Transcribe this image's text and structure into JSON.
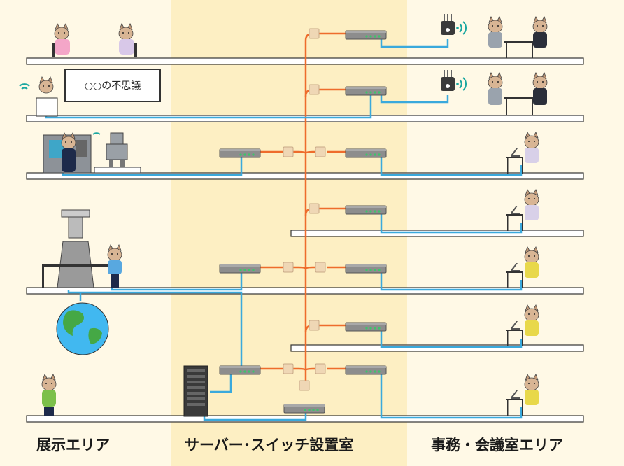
{
  "labels": {
    "exhibition_area": "展示エリア",
    "server_room": "サーバー･スイッチ設置室",
    "office_area": "事務・会議室エリア",
    "sign_text": "○○の不思議"
  },
  "colors": {
    "fiber": "#ee6c2c",
    "lan": "#3aa9dc",
    "floor": "#ffffff",
    "switch": "#8a8a8a",
    "center_zone": "#fdefc3",
    "globe_ocean": "#41b8f0",
    "globe_land": "#45a845"
  },
  "icons": [
    "wifi-access-point-icon",
    "network-switch-icon",
    "media-converter-icon",
    "server-rack-icon",
    "globe-icon",
    "robot-icon",
    "rocket-engine-icon",
    "laptop-icon",
    "kiosk-terminal-icon",
    "person-icon"
  ]
}
